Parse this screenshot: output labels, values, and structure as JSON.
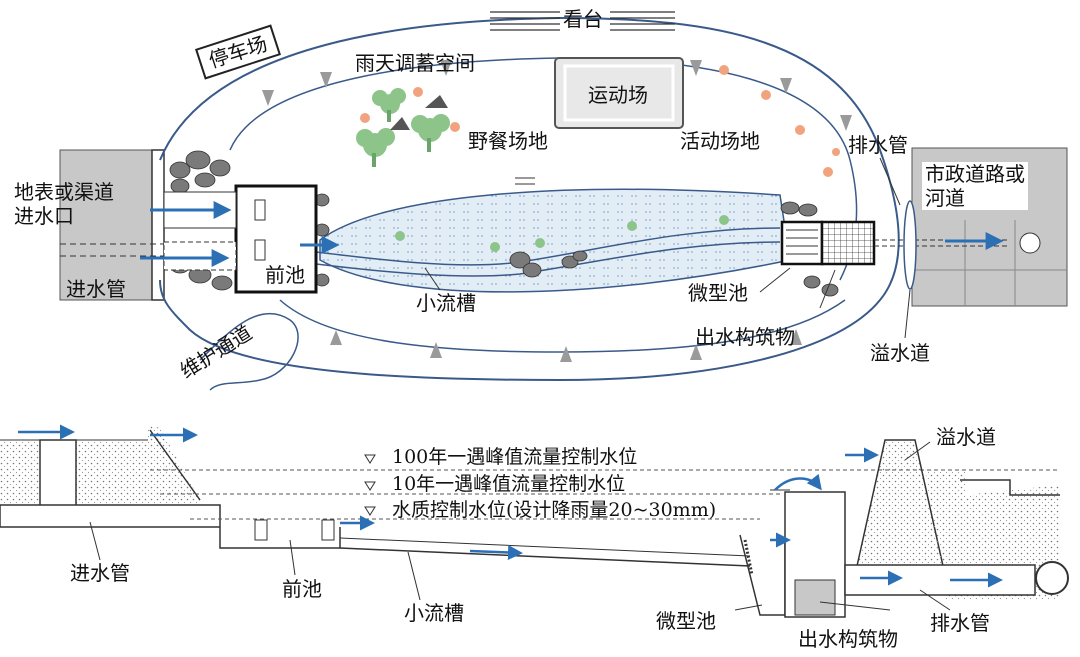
{
  "plan_view": {
    "labels": {
      "stands": "看台",
      "parking": "停车场",
      "rain_storage": "雨天调蓄空间",
      "sports_field": "运动场",
      "picnic_area": "野餐场地",
      "activity_area": "活动场地",
      "drain_pipe": "排水管",
      "municipal_road": "市政道路或\n河道",
      "surface_inlet": "地表或渠道\n进水口",
      "inlet_pipe": "进水管",
      "forebay": "前池",
      "micro_pool": "微型池",
      "small_channel": "小流槽",
      "outlet_structure": "出水构筑物",
      "spillway": "溢水道",
      "maintenance_access": "维护通道"
    }
  },
  "section_view": {
    "water_levels": [
      "100年一遇峰值流量控制水位",
      "10年一遇峰值流量控制水位",
      "水质控制水位(设计降雨量20~30mm)"
    ],
    "labels": {
      "spillway": "溢水道",
      "inlet_pipe": "进水管",
      "forebay": "前池",
      "small_channel": "小流槽",
      "micro_pool": "微型池",
      "outlet_structure": "出水构筑物",
      "drain_pipe": "排水管"
    }
  },
  "colors": {
    "flow_arrow": "#2b6fb5",
    "water_fill": "#dfeaf4",
    "concrete": "#c8c8c8",
    "tree": "#8cc48a",
    "flower": "#f0a37e",
    "rock": "#7a7a7a"
  }
}
